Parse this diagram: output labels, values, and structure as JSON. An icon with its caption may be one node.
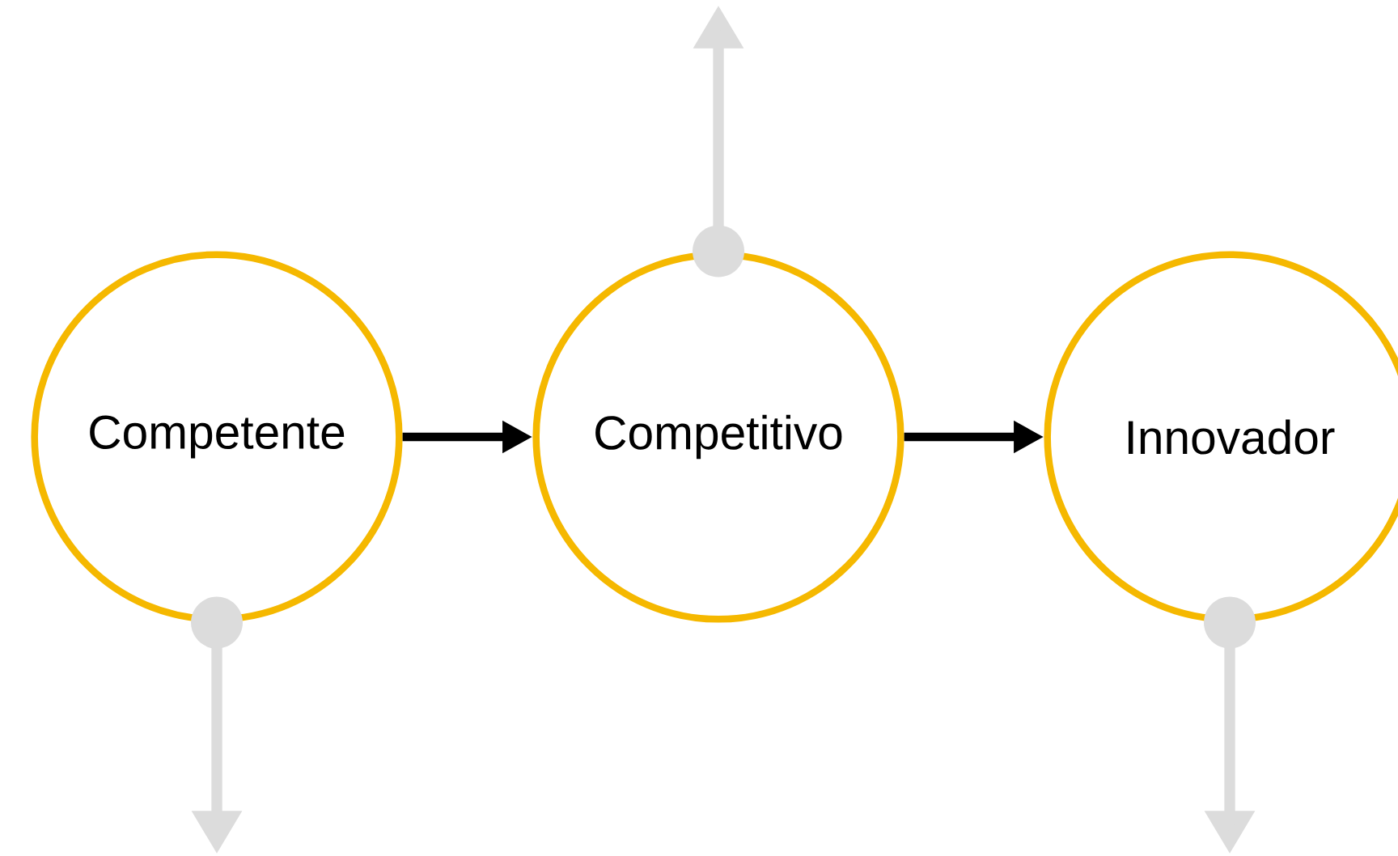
{
  "diagram": {
    "nodes": [
      {
        "text": [
          "Competente"
        ]
      },
      {
        "text": [
          "Competitivo"
        ]
      },
      {
        "text": [
          "Innovador"
        ]
      }
    ],
    "edges": [
      {
        "from": 0,
        "to": 1,
        "arrow": "to",
        "color": "#000000"
      },
      {
        "from": 1,
        "to": 2,
        "arrow": "to",
        "color": "#000000"
      },
      {
        "from": 0,
        "to": null,
        "arrow": "to",
        "color": "#dcdcdc"
      },
      {
        "from": 1,
        "to": null,
        "arrow": "to",
        "color": "#dcdcdc"
      },
      {
        "from": 2,
        "to": null,
        "arrow": "to",
        "color": "#dcdcdc"
      }
    ]
  }
}
